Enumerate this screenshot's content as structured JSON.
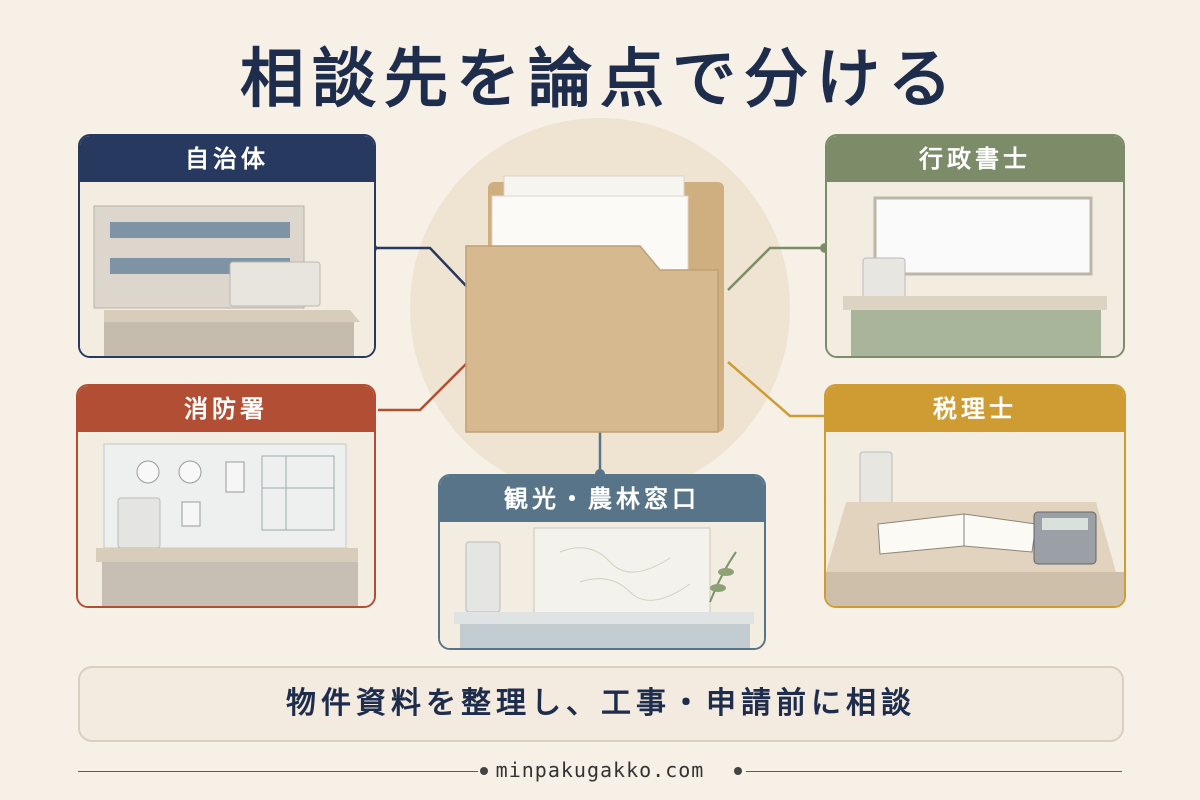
{
  "title": "相談先を論点で分ける",
  "center": {
    "icon": "folder-icon"
  },
  "cards": {
    "municipality": {
      "label": "自治体",
      "color": "#27395f"
    },
    "fire": {
      "label": "消防署",
      "color": "#b24e33"
    },
    "tourism": {
      "label": "観光・農林窓口",
      "color": "#587488"
    },
    "scrivener": {
      "label": "行政書士",
      "color": "#7c8c68"
    },
    "tax": {
      "label": "税理士",
      "color": "#cf9c33"
    }
  },
  "banner": {
    "text": "物件資料を整理し、工事・申請前に相談"
  },
  "footer": {
    "url": "minpakugakko.com"
  }
}
